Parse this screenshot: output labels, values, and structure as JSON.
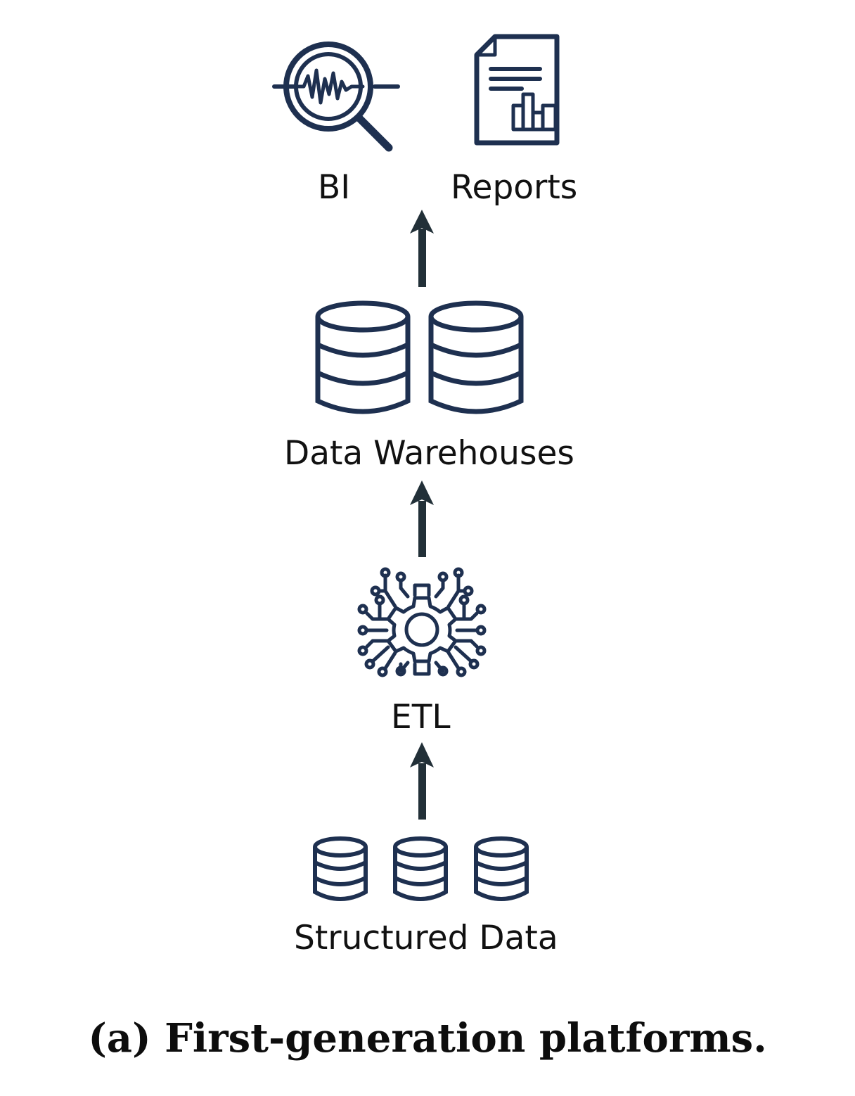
{
  "labels": {
    "bi": "BI",
    "reports": "Reports",
    "data_warehouses": "Data Warehouses",
    "etl": "ETL",
    "structured_data": "Structured Data"
  },
  "caption": "(a) First-generation platforms.",
  "icons": {
    "bi": "magnifier-signal-icon",
    "reports": "report-document-icon",
    "data_warehouses": "database-icon",
    "etl": "gear-circuit-icon",
    "structured_data": "database-icon",
    "arrow": "arrow-up-icon"
  },
  "colors": {
    "icon_stroke": "#1e3050",
    "arrow": "#223038",
    "text": "#111111"
  }
}
